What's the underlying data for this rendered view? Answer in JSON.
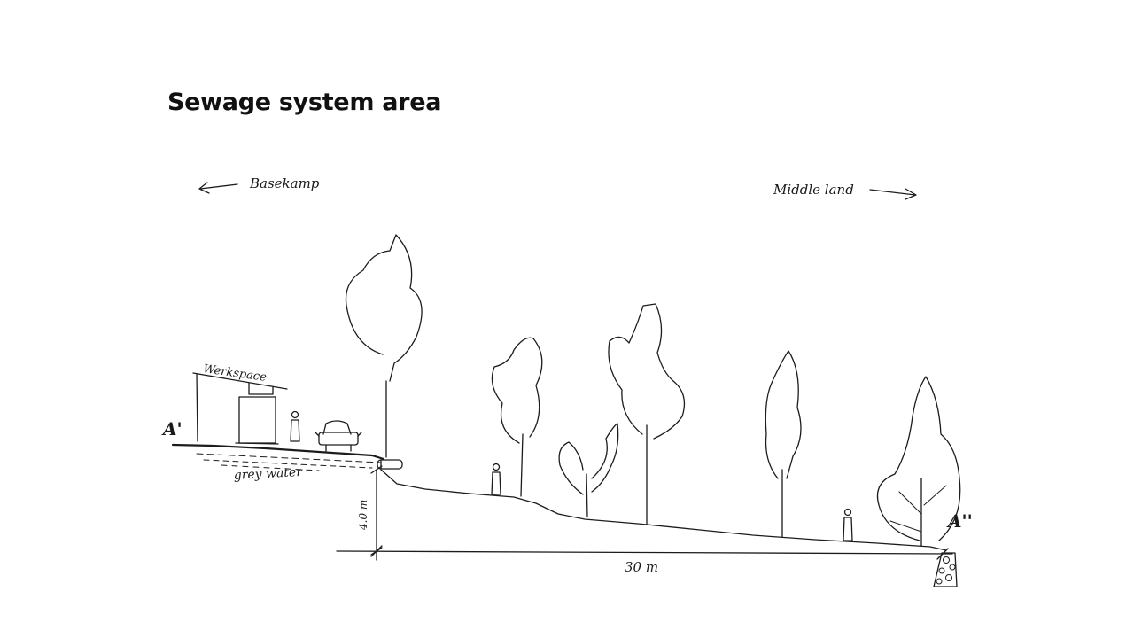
{
  "title": "Sewage system area",
  "labels": {
    "direction_left": "Basekamp",
    "direction_right": "Middle land",
    "building": "Werkspace",
    "water": "grey water",
    "section_start": "A'",
    "section_end": "A''",
    "height": "4.0 m",
    "length": "30 m"
  },
  "colors": {
    "ink": "#1c1c1c",
    "background": "#ffffff"
  }
}
